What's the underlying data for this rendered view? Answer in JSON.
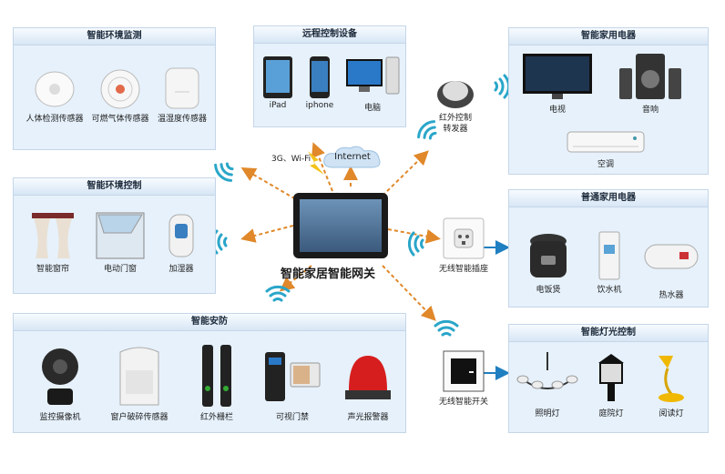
{
  "env_monitor": {
    "title": "智能环境监测",
    "items": [
      "人体检测传感器",
      "可燃气体传感器",
      "温湿度传感器"
    ]
  },
  "remote_devices": {
    "title": "远程控制设备",
    "items": [
      "iPad",
      "iphone",
      "电脑"
    ]
  },
  "home_appliances": {
    "title": "智能家用电器",
    "items": [
      "电视",
      "音响",
      "空调"
    ]
  },
  "env_control": {
    "title": "智能环境控制",
    "items": [
      "智能窗帘",
      "电动门窗",
      "加湿器"
    ]
  },
  "normal_appliances": {
    "title": "普通家用电器",
    "items": [
      "电饭煲",
      "饮水机",
      "热水器"
    ]
  },
  "security": {
    "title": "智能安防",
    "items": [
      "监控摄像机",
      "窗户破碎传感器",
      "红外栅栏",
      "可视门禁",
      "声光报警器"
    ]
  },
  "lighting": {
    "title": "智能灯光控制",
    "items": [
      "照明灯",
      "庭院灯",
      "阅读灯"
    ]
  },
  "center": {
    "gateway": "智能家居智能网关",
    "network_3g": "3G、Wi-Fi",
    "internet": "Internet",
    "ir_forwarder": "红外控制\n转发器",
    "smart_socket": "无线智能插座",
    "smart_switch": "无线智能开关"
  },
  "colors": {
    "panel_bg": "#e6f1fb",
    "arrow": "#e0882a",
    "wifi": "#2aa6c9",
    "link_arrow": "#1f7fc0"
  }
}
